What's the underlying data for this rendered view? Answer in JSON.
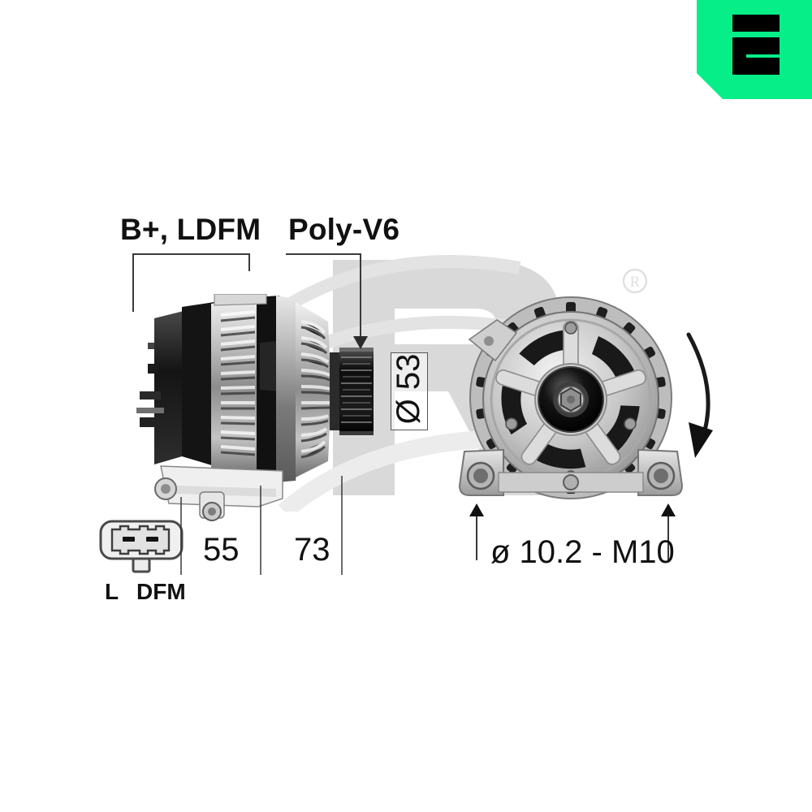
{
  "brand": {
    "logo_letter": "E",
    "logo_color": "#05ee88",
    "registered_mark": "®"
  },
  "diagram": {
    "title_alt": "Alternator technical dimension drawing",
    "labels": {
      "terminals": "B+, LDFM",
      "pulley_type": "Poly-V6",
      "pulley_diameter": "Ø 53",
      "mounting": "ø 10.2 - M10",
      "dim_a": "55",
      "dim_b": "73",
      "connector_pin_1": "L",
      "connector_pin_2": "DFM"
    },
    "annotations": [
      {
        "name": "terminals-callout",
        "text": "B+, LDFM",
        "points_to": "rear-terminal-block"
      },
      {
        "name": "pulley-callout",
        "text": "Poly-V6",
        "points_to": "pulley-grooves"
      },
      {
        "name": "pulley-diameter-box",
        "text": "Ø 53",
        "orientation": "vertical"
      },
      {
        "name": "length-dimension-55",
        "text": "55"
      },
      {
        "name": "length-dimension-73",
        "text": "73"
      },
      {
        "name": "mounting-hole-callout",
        "text": "ø 10.2 - M10",
        "points_to": "mounting-holes"
      },
      {
        "name": "rotation-direction-arrow",
        "text": "",
        "direction": "clockwise"
      }
    ],
    "views": [
      {
        "name": "side-view",
        "description": "Alternator side profile with pulley at right"
      },
      {
        "name": "front-view",
        "description": "Alternator drive-end front face with pulley hub"
      },
      {
        "name": "connector-view",
        "description": "Two pin regulator plug"
      }
    ]
  }
}
